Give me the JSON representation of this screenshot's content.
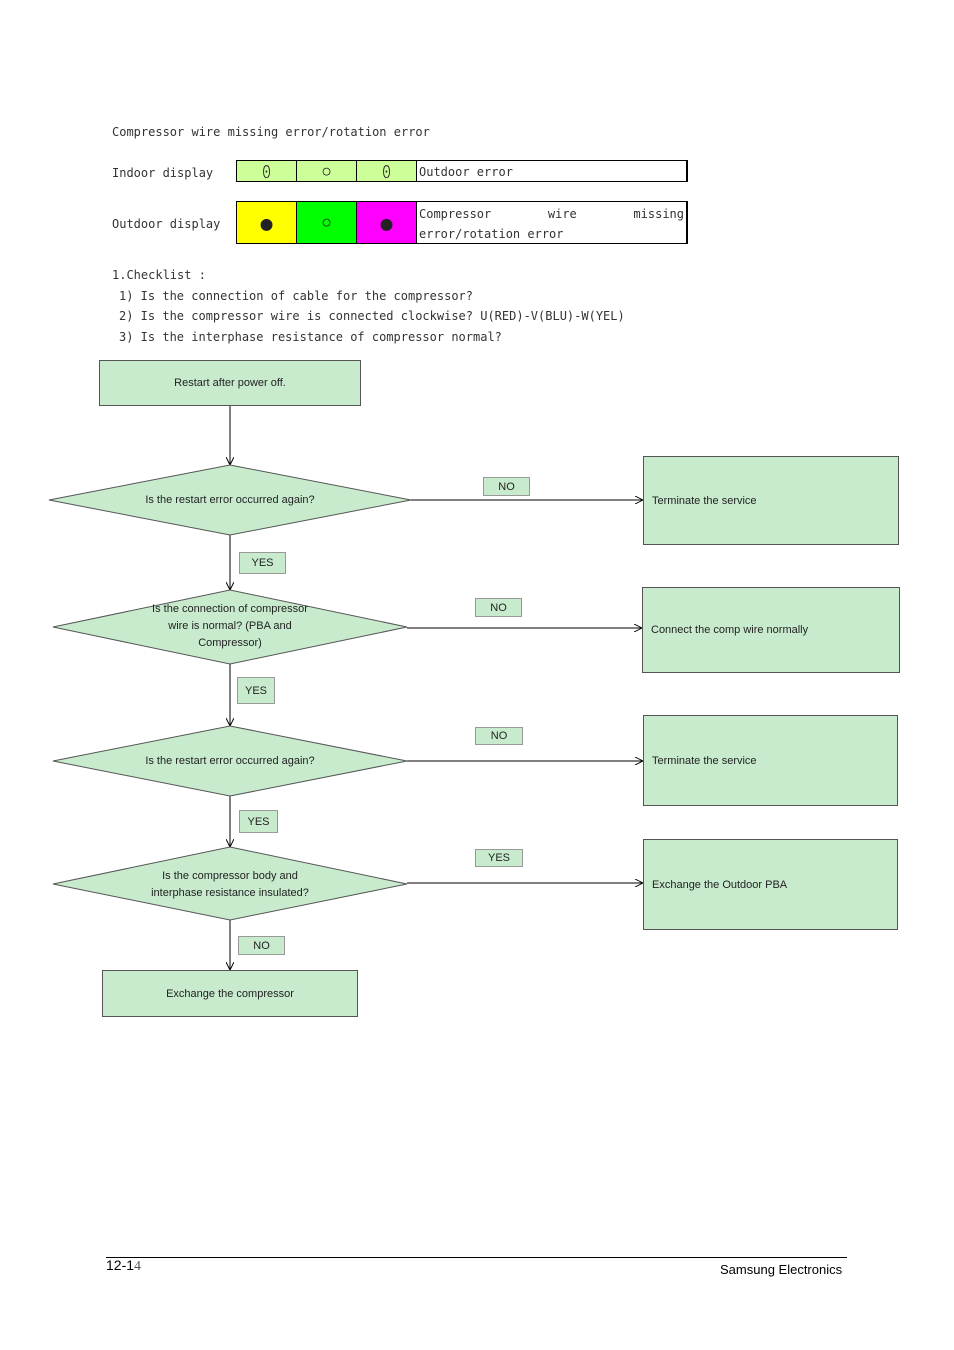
{
  "title": "Compressor wire missing error/rotation error",
  "indoor": {
    "label": "Indoor display",
    "leds": [
      "⨀",
      "○",
      "⨀"
    ],
    "text": "Outdoor error"
  },
  "outdoor": {
    "label": "Outdoor display",
    "leds": [
      "●",
      "○",
      "●"
    ],
    "text": "Compressor wire missing error/rotation error"
  },
  "colors": {
    "indoor_led": "#ccff99",
    "outdoor_yellow": "#ffff00",
    "outdoor_green": "#00ff00",
    "outdoor_magenta": "#ff00ff",
    "flow_fill": "#c8ebce"
  },
  "checklist": {
    "heading": "1.Checklist :",
    "items": [
      "1) Is the connection of cable for the compressor?",
      "2) Is the compressor wire is connected clockwise? U(RED)-V(BLU)-W(YEL)",
      "3) Is the interphase resistance of compressor normal?"
    ]
  },
  "flow": {
    "start": "Restart after power off.",
    "d1": "Is the restart error occurred again?",
    "d1_no": "NO",
    "d1_no_result": "Terminate the service",
    "d1_yes": "YES",
    "d2": "Is the  connection of compressor wire is normal? (PBA and Compressor)",
    "d2_no": "NO",
    "d2_no_result": "Connect the comp wire normally",
    "d2_yes": "YES",
    "d3": "Is the restart error occurred again?",
    "d3_no": "NO",
    "d3_no_result": "Terminate the service",
    "d3_yes": "YES",
    "d4": "Is the compressor body and interphase resistance insulated?",
    "d4_yes": "YES",
    "d4_yes_result": "Exchange the Outdoor PBA",
    "d4_no": "NO",
    "d4_no_result": "Exchange the compressor"
  },
  "footer": {
    "page": "12-1",
    "page_suffix": "4",
    "company": "Samsung Electronics"
  }
}
